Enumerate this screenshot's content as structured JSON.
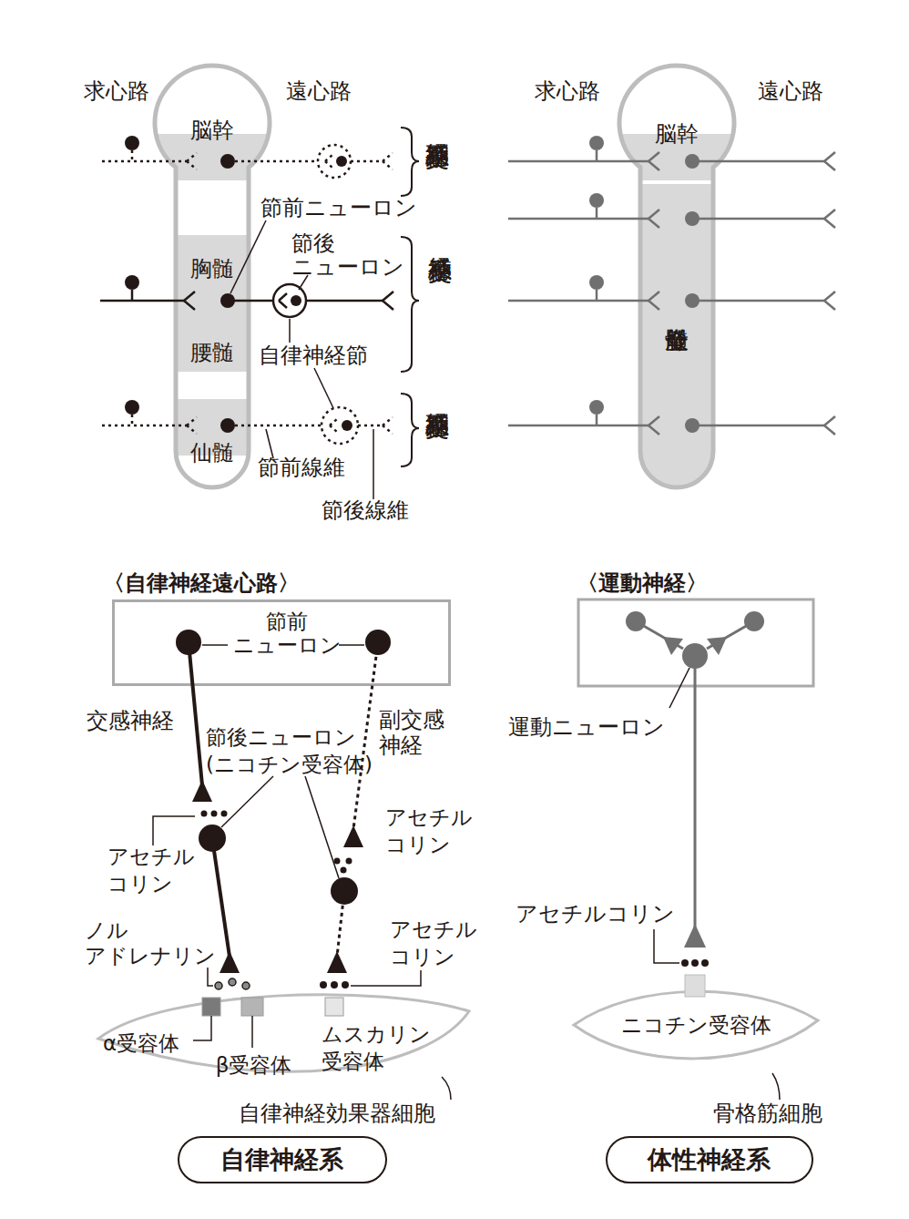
{
  "diagram": {
    "nodes": [
      {
        "text": [
          "脳幹",
          "胸髄",
          "腰髄",
          "仙髄"
        ]
      },
      {
        "text": [
          "脳幹",
          "脊髄全般"
        ]
      },
      {
        "text": [
          "節前 ニューロン"
        ]
      },
      {
        "text": [
          "α受容体",
          "β受容体",
          "ムスカリン 受容体"
        ]
      },
      {
        "text": [
          "ニコチン受容体"
        ]
      },
      {
        "text": [
          "自律神経系"
        ]
      },
      {
        "text": [
          "体性神経系"
        ]
      }
    ],
    "labels": [
      "求心路",
      "遠心路",
      "副交感神経系",
      "節前ニューロン",
      "節後 ニューロン",
      "交感神経系",
      "自律神経節",
      "副交感神経系",
      "節前線維",
      "節後線維",
      "求心路",
      "遠心路",
      "〈自律神経遠心路〉",
      "交感神経",
      "副交感 神経",
      "節後ニューロン (ニコチン受容体)",
      "アセチル コリン",
      "アセチル コリン",
      "ノル アドレナリン",
      "アセチル コリン",
      "自律神経効果器細胞",
      "〈運動神経〉",
      "運動ニューロン",
      "アセチルコリン",
      "骨格筋細胞"
    ]
  }
}
